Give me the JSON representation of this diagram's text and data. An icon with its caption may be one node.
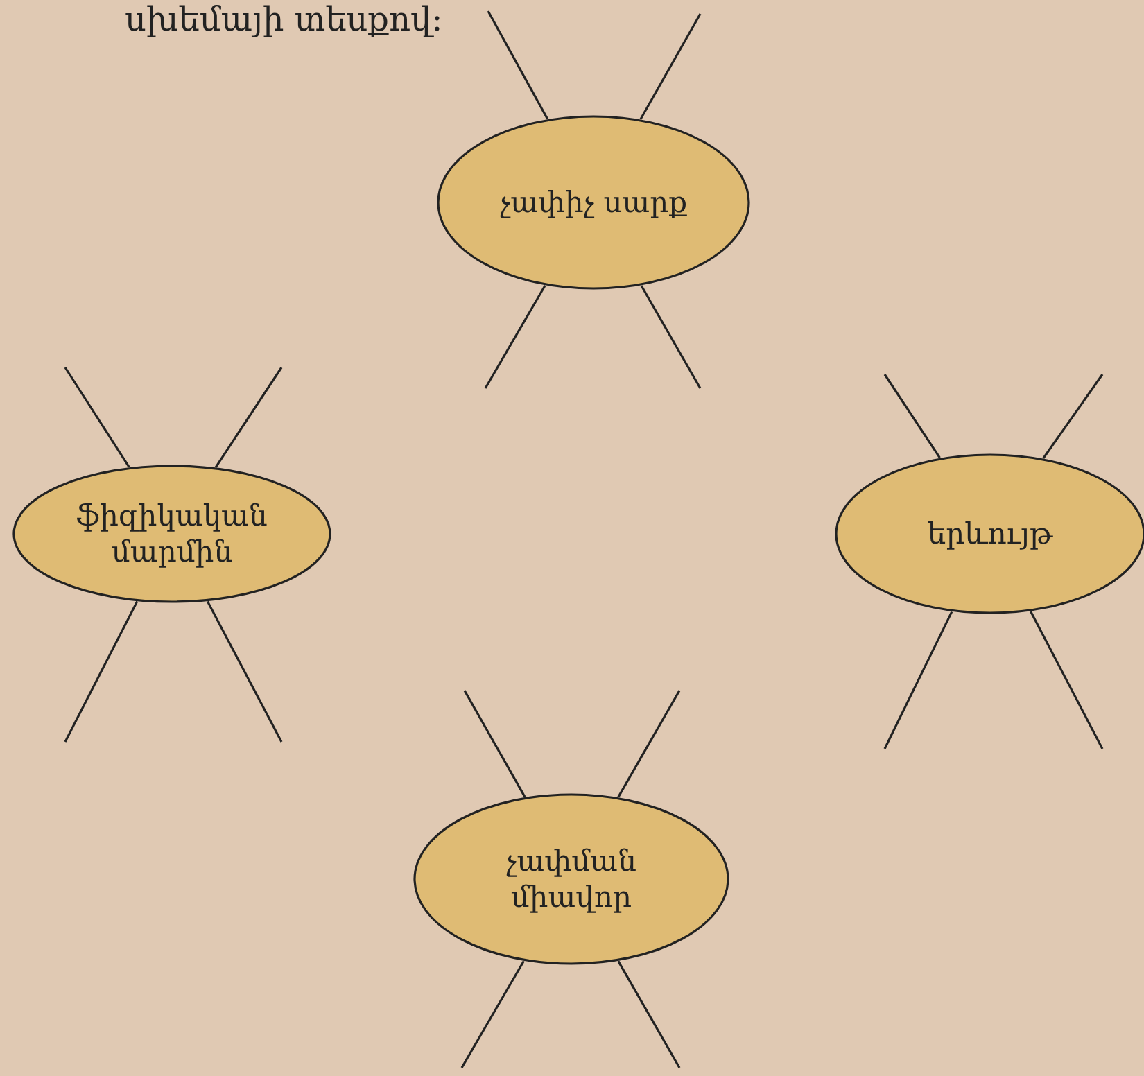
{
  "diagram": {
    "nodes": [
      {
        "text": [
          "չափիչ սարք"
        ]
      },
      {
        "text": [
          "ֆիզիկական մարմին"
        ]
      },
      {
        "text": [
          "երևույթ"
        ]
      },
      {
        "text": [
          "չափման միավոր"
        ]
      }
    ],
    "edges": [
      {
        "from": 0,
        "to": null,
        "arrow": "none"
      },
      {
        "from": 0,
        "to": null,
        "arrow": "none"
      },
      {
        "from": 0,
        "to": null,
        "arrow": "none"
      },
      {
        "from": 0,
        "to": null,
        "arrow": "none"
      },
      {
        "from": 1,
        "to": null,
        "arrow": "none"
      },
      {
        "from": 1,
        "to": null,
        "arrow": "none"
      },
      {
        "from": 1,
        "to": null,
        "arrow": "none"
      },
      {
        "from": 1,
        "to": null,
        "arrow": "none"
      },
      {
        "from": 2,
        "to": null,
        "arrow": "none"
      },
      {
        "from": 2,
        "to": null,
        "arrow": "none"
      },
      {
        "from": 2,
        "to": null,
        "arrow": "none"
      },
      {
        "from": 2,
        "to": null,
        "arrow": "none"
      },
      {
        "from": 3,
        "to": null,
        "arrow": "none"
      },
      {
        "from": 3,
        "to": null,
        "arrow": "none"
      },
      {
        "from": 3,
        "to": null,
        "arrow": "none"
      },
      {
        "from": 3,
        "to": null,
        "arrow": "none"
      }
    ],
    "labels": [
      "սխեմայի տեսքով:"
    ]
  }
}
